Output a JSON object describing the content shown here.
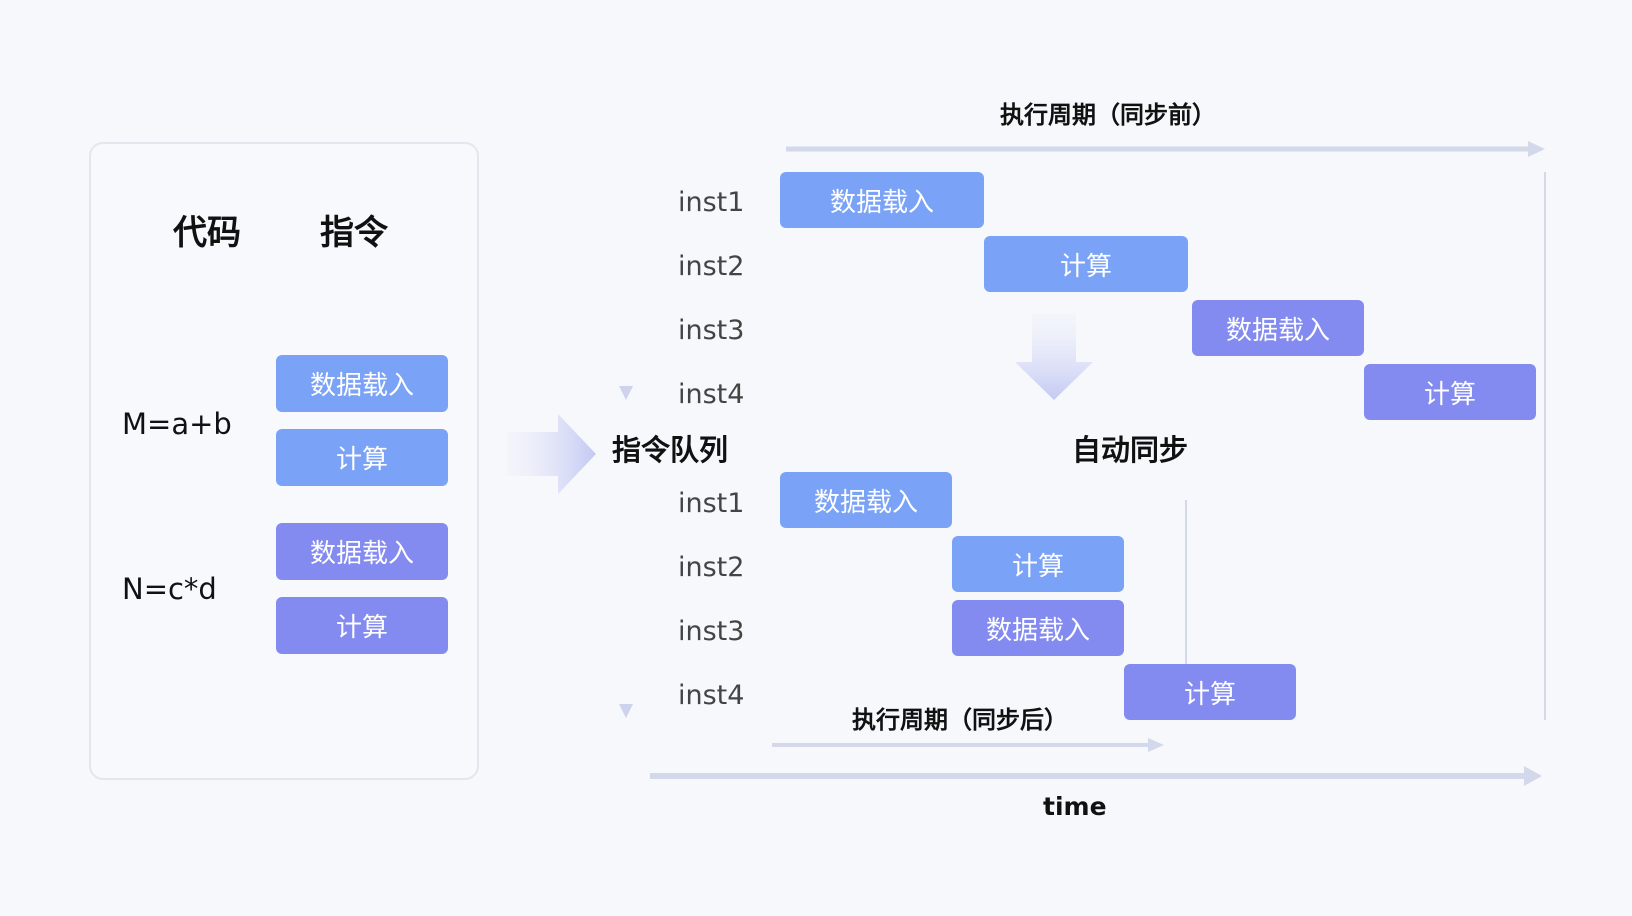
{
  "colors": {
    "load_box": "#7aa2f7",
    "compute_box_blue": "#7aa2f7",
    "box_purple": "#838af0",
    "line": "#d3d8ea",
    "arrow": "#c6ccf0"
  },
  "left_panel": {
    "header_code": "代码",
    "header_instr": "指令",
    "expressions": [
      {
        "text": "M=a+b",
        "instrs": [
          {
            "label": "数据载入",
            "color": "blue"
          },
          {
            "label": "计算",
            "color": "blue"
          }
        ]
      },
      {
        "text": "N=c*d",
        "instrs": [
          {
            "label": "数据载入",
            "color": "purple"
          },
          {
            "label": "计算",
            "color": "purple"
          }
        ]
      }
    ]
  },
  "queue_label": "指令队列",
  "before": {
    "title": "执行周期（同步前）",
    "insts": [
      "inst1",
      "inst2",
      "inst3",
      "inst4"
    ],
    "boxes": [
      {
        "label": "数据载入",
        "color": "blue"
      },
      {
        "label": "计算",
        "color": "blue"
      },
      {
        "label": "数据载入",
        "color": "purple"
      },
      {
        "label": "计算",
        "color": "purple"
      }
    ]
  },
  "sync_label": "自动同步",
  "after": {
    "title": "执行周期（同步后）",
    "insts": [
      "inst1",
      "inst2",
      "inst3",
      "inst4"
    ],
    "boxes": [
      {
        "label": "数据载入",
        "color": "blue"
      },
      {
        "label": "计算",
        "color": "blue"
      },
      {
        "label": "数据载入",
        "color": "purple"
      },
      {
        "label": "计算",
        "color": "purple"
      }
    ]
  },
  "time_label": "time"
}
